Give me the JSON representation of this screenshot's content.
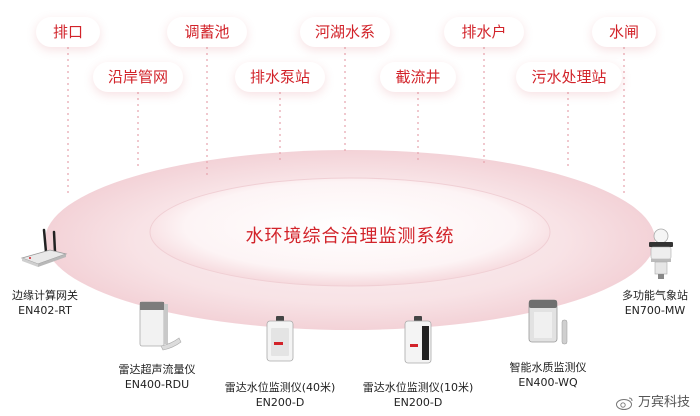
{
  "title": "水环境综合治理监测系统",
  "top_tags": [
    "排口",
    "调蓄池",
    "河湖水系",
    "排水户",
    "水闸"
  ],
  "second_tags": [
    "沿岸管网",
    "排水泵站",
    "截流井",
    "污水处理站"
  ],
  "devices": {
    "gateway": {
      "name": "边缘计算网关",
      "model": "EN402-RT"
    },
    "flowmeter": {
      "name": "雷达超声流量仪",
      "model": "EN400-RDU"
    },
    "level40": {
      "name": "雷达水位监测仪(40米)",
      "model": "EN200-D"
    },
    "level10": {
      "name": "雷达水位监测仪(10米)",
      "model": "EN200-D"
    },
    "quality": {
      "name": "智能水质监测仪",
      "model": "EN400-WQ"
    },
    "weather": {
      "name": "多功能气象站",
      "model": "EN700-MW"
    }
  },
  "brand": "万宾科技",
  "colors": {
    "accent": "#d2232a",
    "ring": "#f6dde1"
  }
}
